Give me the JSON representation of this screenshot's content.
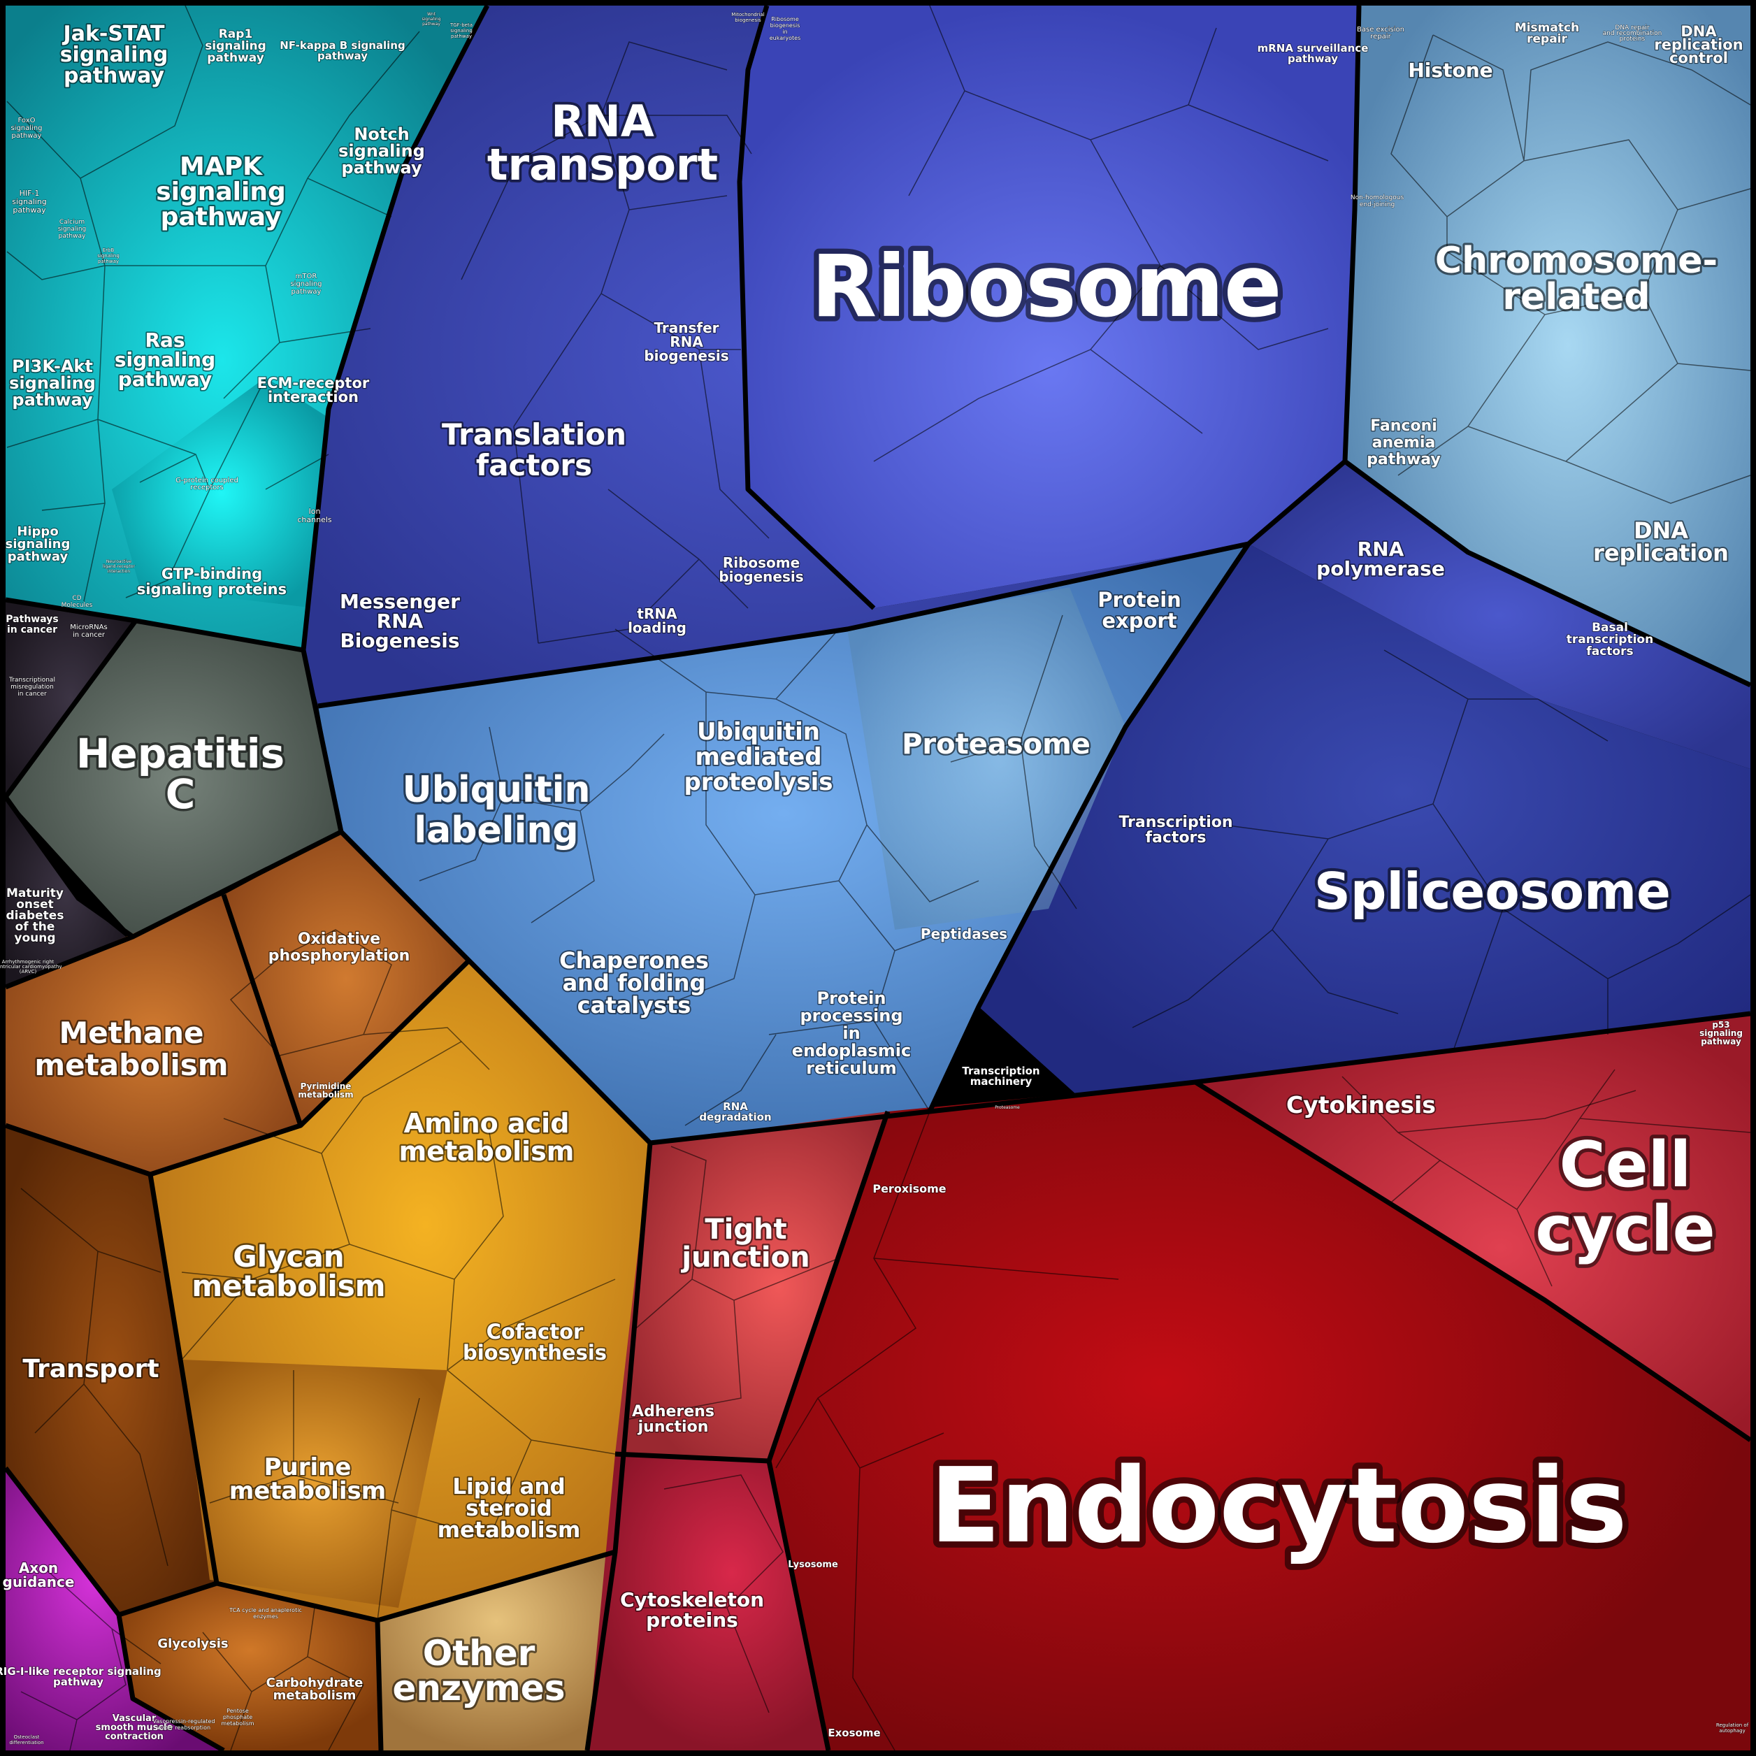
{
  "labels": {
    "jak_stat": "Jak-STAT signaling pathway",
    "rap1": "Rap1 signaling pathway",
    "nfkb": "NF-kappa B signaling pathway",
    "tgf": "TGF-beta signaling pathway",
    "wnt": "Wnt signaling pathway",
    "foxo": "FoxO signaling pathway",
    "hif1": "HIF-1 signaling pathway",
    "calcium": "Calcium signaling pathway",
    "erbb": "ErbB signaling pathway",
    "mapk": "MAPK signaling pathway",
    "notch": "Notch signaling pathway",
    "mtor": "mTOR signaling pathway",
    "pi3k": "PI3K-Akt signaling pathway",
    "ras": "Ras signaling pathway",
    "ecm": "ECM-receptor interaction",
    "gpcr": "G-protein coupled receptors",
    "ion": "Ion channels",
    "hippo": "Hippo signaling pathway",
    "neuroactive": "Neuroactive ligand-receptor interaction",
    "cd": "CD Molecules",
    "gtp": "GTP-binding signaling proteins",
    "pathways_cancer": "Pathways in cancer",
    "microrna": "MicroRNAs in cancer",
    "transcriptional_mis": "Transcriptional misregulation in cancer",
    "hepatitis": "Hepatitis C",
    "mody": "Maturity onset diabetes of the young",
    "arvc": "Arrhythmogenic right ventricular cardiomyopathy (ARVC)",
    "rna_transport": "RNA transport",
    "mito_bio": "Mitochondrial biogenesis",
    "ribo_bio_euk": "Ribosome biogenesis in eukaryotes",
    "transfer_rna": "Transfer RNA biogenesis",
    "translation_factors": "Translation factors",
    "messenger_rna": "Messenger RNA Biogenesis",
    "trna_loading": "tRNA loading",
    "ribosome_bio": "Ribosome biogenesis",
    "ribosome": "Ribosome",
    "mrna_surv": "mRNA surveillance pathway",
    "base_excision": "Base excision repair",
    "mismatch": "Mismatch repair",
    "dna_repair": "DNA repair and recombination proteins",
    "dna_rep_ctrl": "DNA replication control",
    "histone": "Histone",
    "nhej": "Non-homologous end-joining",
    "chromosome": "Chromosome-related",
    "fanconi": "Fanconi anemia pathway",
    "dna_replication": "DNA replication",
    "rna_polymerase": "RNA polymerase",
    "basal_tf": "Basal transcription factors",
    "protein_export": "Protein export",
    "ubiquitin_mediated": "Ubiquitin mediated proteolysis",
    "proteasome": "Proteasome",
    "ubiquitin_labeling": "Ubiquitin labeling",
    "transcription_factors": "Transcription factors",
    "spliceosome": "Spliceosome",
    "peptidases": "Peptidases",
    "chaperones": "Chaperones and folding catalysts",
    "protein_processing": "Protein processing in endoplasmic reticulum",
    "rna_degradation": "RNA degradation",
    "transcription_machinery": "Transcription machinery",
    "oxphos": "Oxidative phosphorylation",
    "methane": "Methane metabolism",
    "pyrimidine": "Pyrimidine metabolism",
    "amino_acid": "Amino acid metabolism",
    "glycan": "Glycan metabolism",
    "cofactor": "Cofactor biosynthesis",
    "transport": "Transport",
    "purine": "Purine metabolism",
    "lipid": "Lipid and steroid metabolism",
    "tca": "TCA cycle and anaplerotic enzymes",
    "glycolysis": "Glycolysis",
    "carbohydrate": "Carbohydrate metabolism",
    "pentose": "Pentose phosphate metabolism",
    "other_enzymes": "Other enzymes",
    "axon": "Axon guidance",
    "rig": "RIG-I-like receptor signaling pathway",
    "vascular": "Vascular smooth muscle contraction",
    "vasopressin": "Vasopressin-regulated water reabsorption",
    "osteoclast": "Osteoclast differentiation",
    "p53": "p53 signaling pathway",
    "cytokinesis": "Cytokinesis",
    "cell_cycle": "Cell cycle",
    "proteasome_small": "Proteasome",
    "peroxisome": "Peroxisome",
    "tight_junction": "Tight junction",
    "adherens": "Adherens junction",
    "endocytosis": "Endocytosis",
    "lysosome": "Lysosome",
    "cytoskeleton": "Cytoskeleton proteins",
    "exosome": "Exosome",
    "regulation_autophagy": "Regulation of autophagy"
  },
  "colors": {
    "signaling": "#1aa7b0",
    "signaling_bright": "#12e8ee",
    "genetic_blue": "#4450c8",
    "genetic_bright": "#5f74ee",
    "light_blue": "#5d9fe0",
    "pale_blue": "#7fb5de",
    "hepatitis": "#5b6660",
    "dark_disease": "#2a2530",
    "metabolism_brown": "#8a4510",
    "metabolism_orange": "#e09020",
    "metabolism_gold": "#f0b020",
    "other_tan": "#c8a060",
    "purple": "#b01cb8",
    "red_dark": "#8a0a0e",
    "red_bright": "#c2101a",
    "pink_red": "#d8304a"
  }
}
